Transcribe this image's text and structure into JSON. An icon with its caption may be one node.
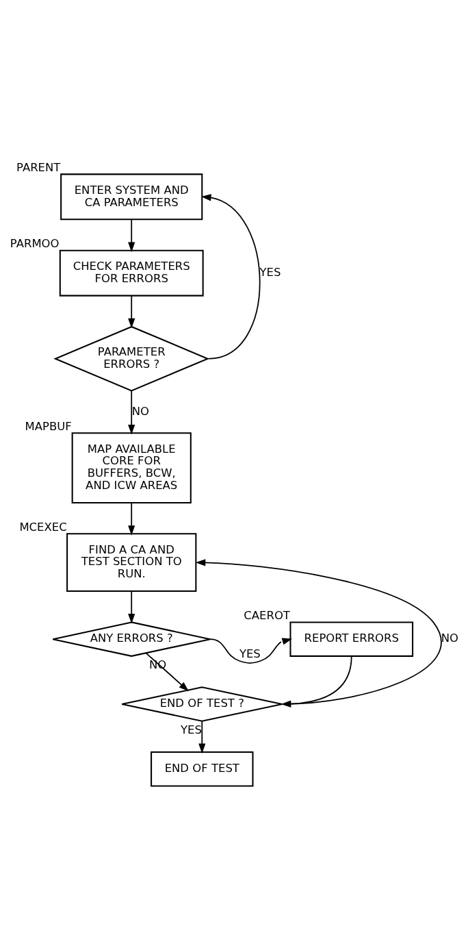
{
  "diagram": {
    "nodes": [
      {
        "text": [
          "ENTER SYSTEM AND CA PARAMETERS"
        ],
        "beside": [
          "PARENT"
        ]
      },
      {
        "text": [
          "CHECK PARAMETERS FOR ERRORS"
        ],
        "beside": [
          "PARMOO"
        ]
      },
      {
        "text": [
          "PARAMETER ERRORS ?"
        ]
      },
      {
        "text": [
          "MAP AVAILABLE CORE FOR BUFFERS, BCW, AND ICW AREAS"
        ],
        "beside": [
          "MAPBUF"
        ]
      },
      {
        "text": [
          "FIND A CA AND TEST SECTION TO RUN."
        ],
        "beside": [
          "MCEXEC"
        ]
      },
      {
        "text": [
          "REPORT ERRORS"
        ],
        "beside": [
          "CAEROT"
        ]
      },
      {
        "text": [
          "ANY ERRORS ?"
        ]
      },
      {
        "text": [
          "END OF TEST ?"
        ]
      },
      {
        "text": [
          "END OF TEST"
        ]
      }
    ],
    "edges": [
      {
        "from": 0,
        "to": 1,
        "arrow": "to"
      },
      {
        "from": 1,
        "to": 2,
        "arrow": "to"
      },
      {
        "from": 2,
        "to": 3,
        "arrow": "to",
        "label": "NO"
      },
      {
        "from": 2,
        "to": 0,
        "arrow": "to",
        "label": "YES"
      },
      {
        "from": 3,
        "to": 4,
        "arrow": "to"
      },
      {
        "from": 4,
        "to": 6,
        "arrow": "to"
      },
      {
        "from": 6,
        "to": 5,
        "arrow": "to",
        "label": "YES"
      },
      {
        "from": 6,
        "to": 7,
        "arrow": "to",
        "label": "NO"
      },
      {
        "from": 5,
        "to": 7,
        "arrow": "to"
      },
      {
        "from": 7,
        "to": 4,
        "arrow": "to",
        "label": "NO"
      },
      {
        "from": 7,
        "to": 8,
        "arrow": "to",
        "label": "YES"
      }
    ]
  }
}
